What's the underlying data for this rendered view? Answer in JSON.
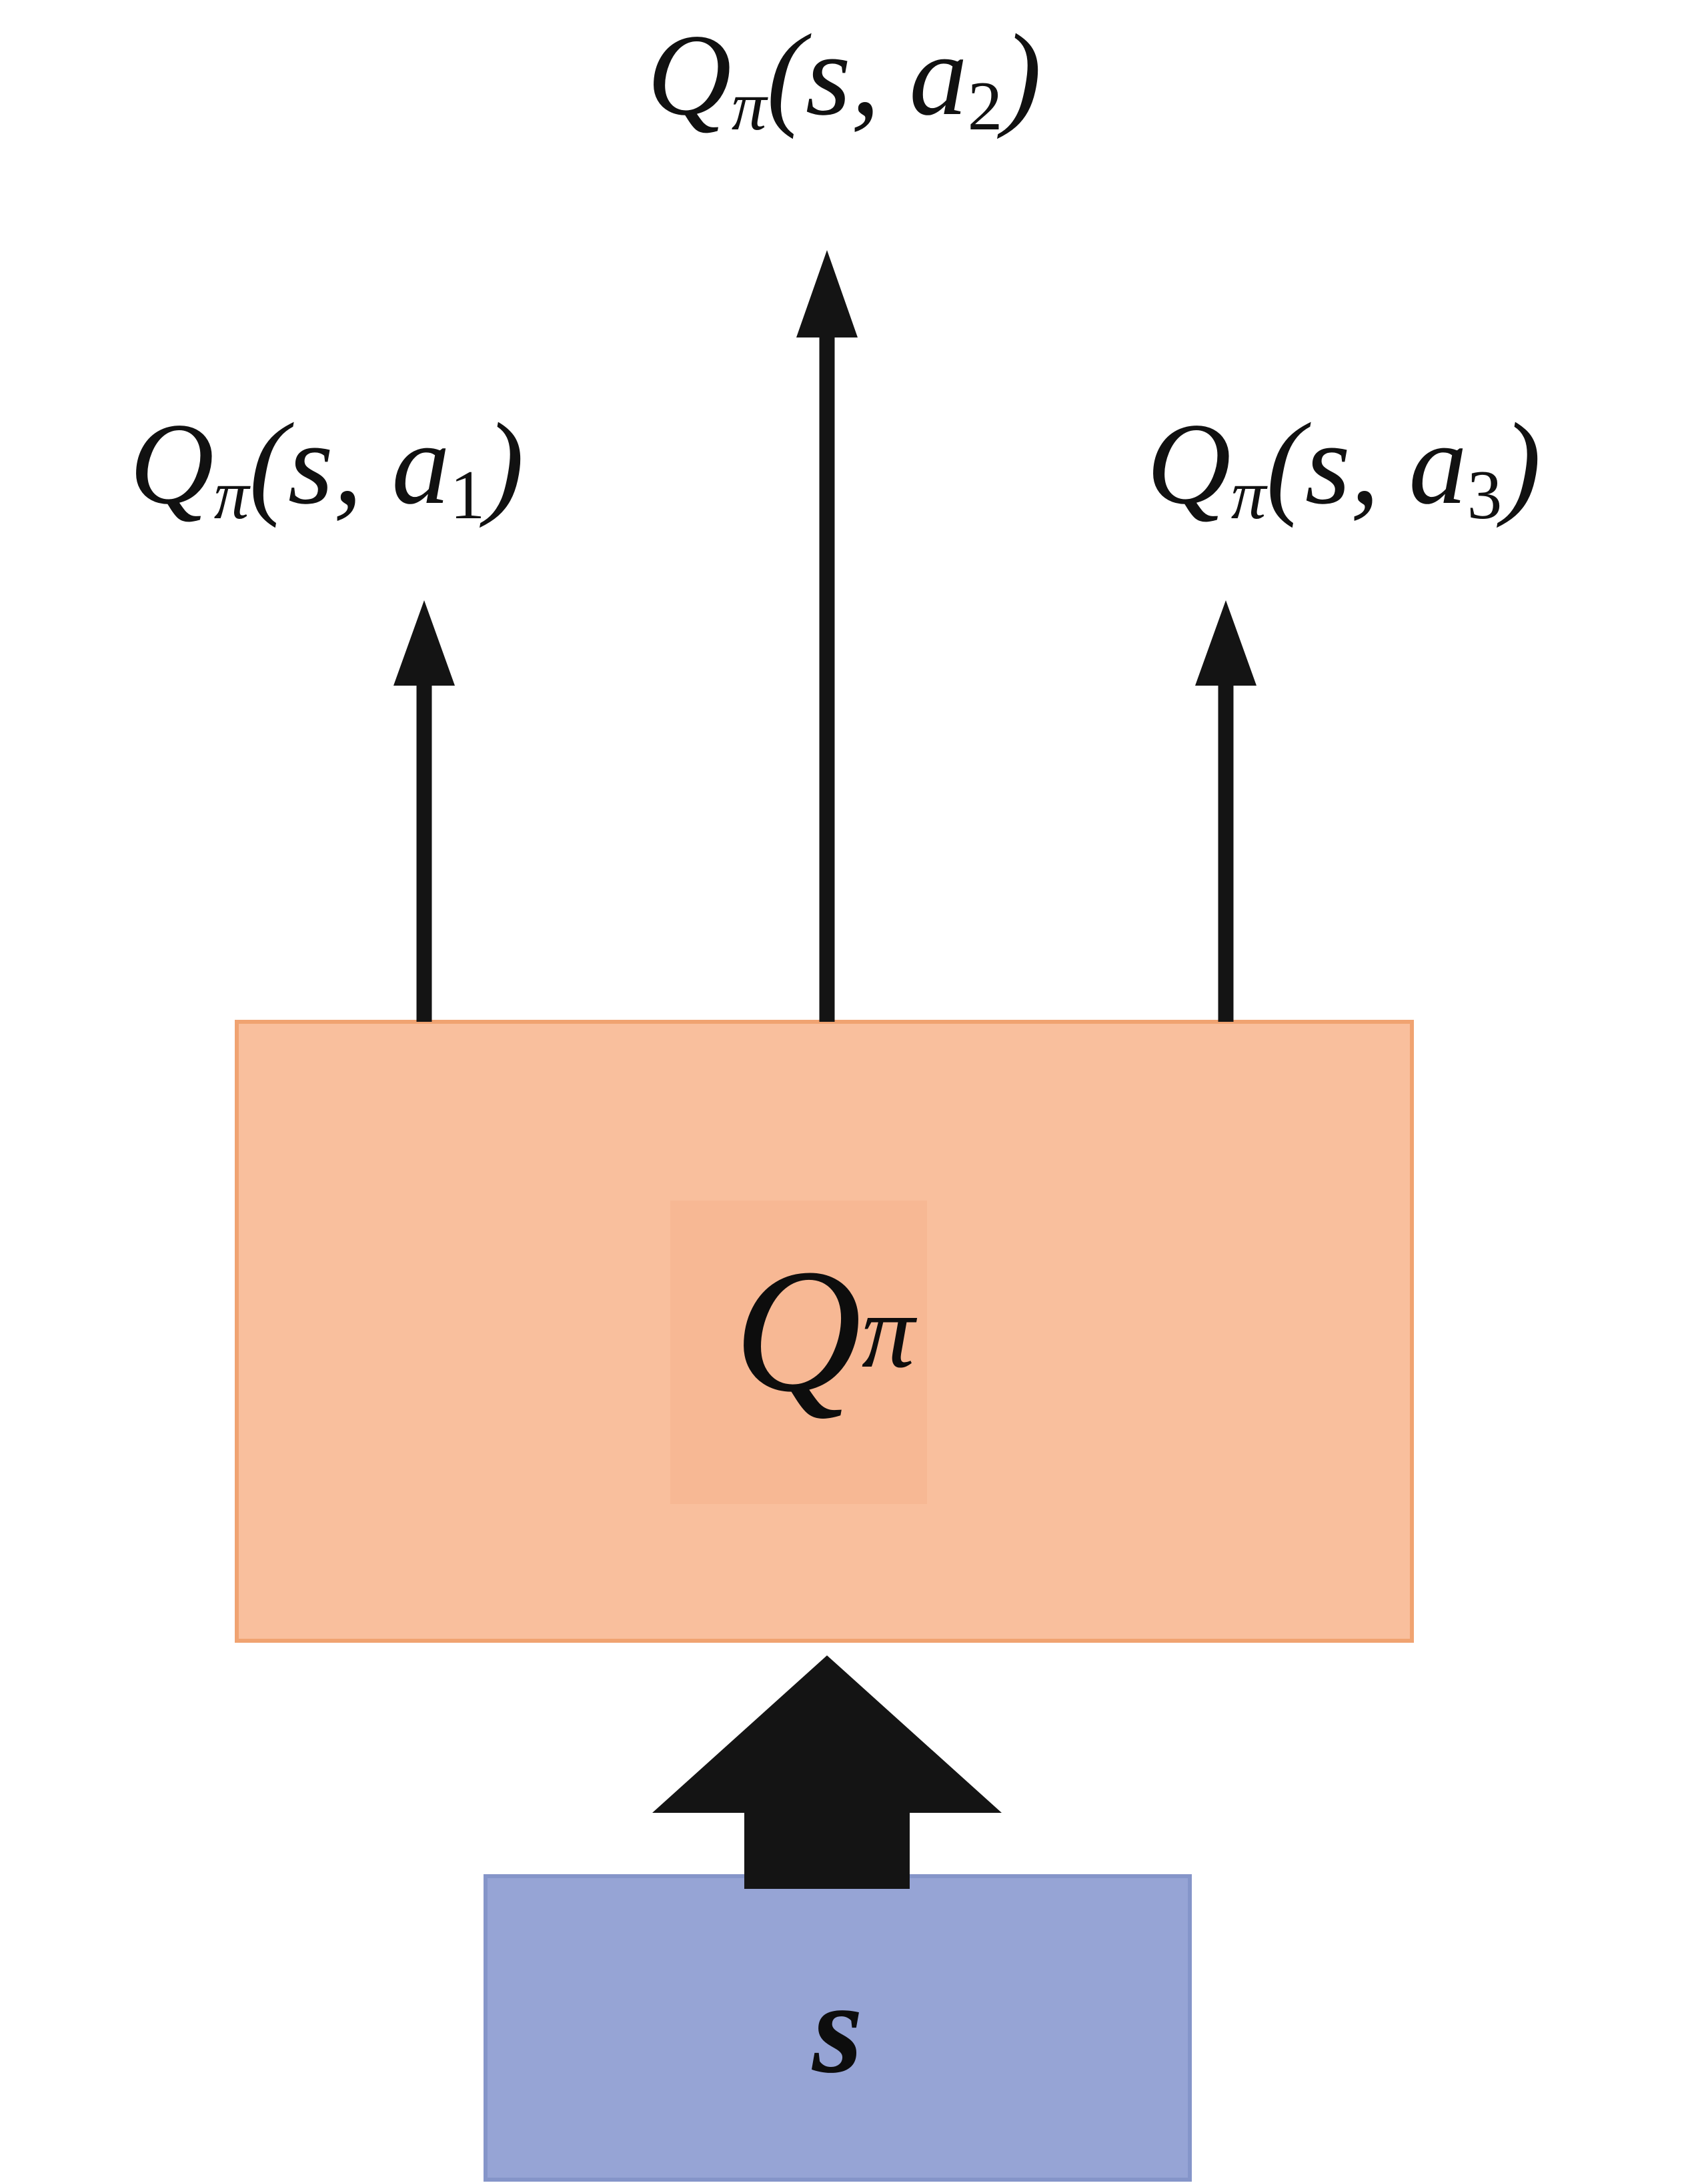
{
  "diagram": {
    "outputs": [
      {
        "func": "Q",
        "func_sub": "π",
        "args": "(s, a",
        "action_sub": "1",
        "close": ")"
      },
      {
        "func": "Q",
        "func_sub": "π",
        "args": "(s, a",
        "action_sub": "2",
        "close": ")"
      },
      {
        "func": "Q",
        "func_sub": "π",
        "args": "(s, a",
        "action_sub": "3",
        "close": ")"
      }
    ],
    "network": {
      "label": "Q",
      "label_sub": "π"
    },
    "input": {
      "label": "s"
    },
    "colors": {
      "network_fill": "#f9bf9d",
      "network_fill_inner": "#f6b28c",
      "network_border": "#f0a371",
      "input_fill": "#96a4d5",
      "input_border": "#8595c9",
      "arrow": "#141414"
    }
  }
}
